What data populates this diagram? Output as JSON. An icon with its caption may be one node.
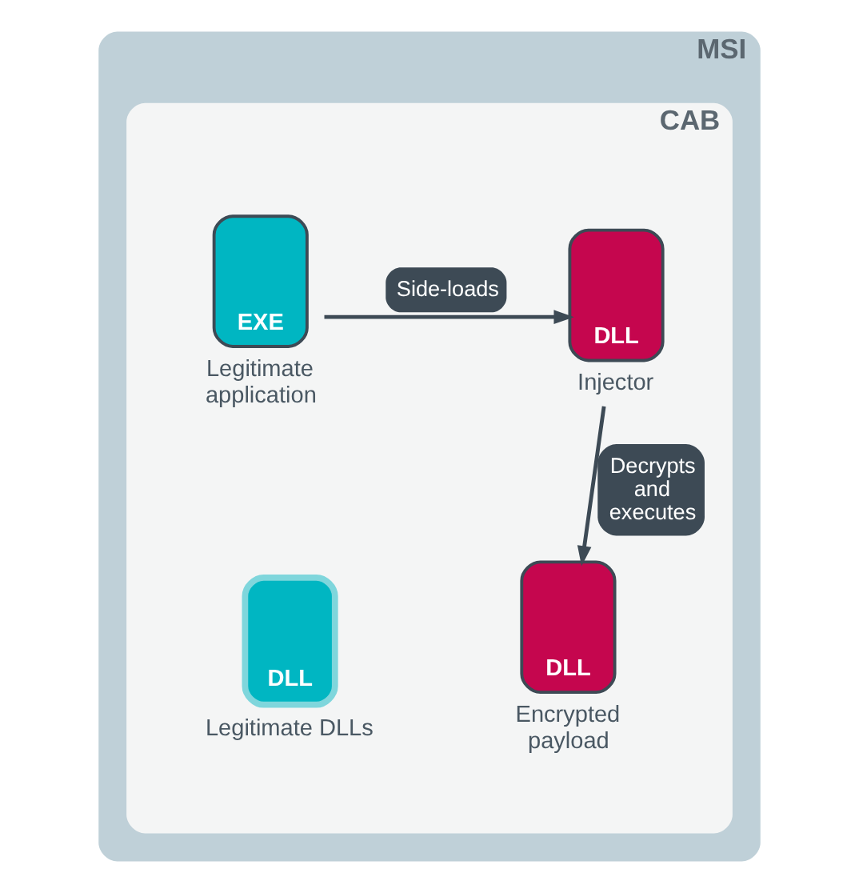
{
  "diagram": {
    "nodes": [
      {
        "text": [
          "MSI"
        ]
      },
      {
        "text": [
          "CAB"
        ],
        "in": 0
      },
      {
        "text": [
          "EXE"
        ],
        "beside": [
          "Legitimate application"
        ],
        "in": 1
      },
      {
        "text": [
          "DLL"
        ],
        "beside": [
          "Injector"
        ],
        "in": 1
      },
      {
        "text": [
          "DLL"
        ],
        "beside": [
          "Legitimate DLLs"
        ],
        "in": 1
      },
      {
        "text": [
          "DLL"
        ],
        "beside": [
          "Encrypted payload"
        ],
        "in": 1
      }
    ],
    "edges": [
      {
        "from": 2,
        "to": 3,
        "arrow": "to",
        "label": "Side-loads"
      },
      {
        "from": 3,
        "to": 5,
        "arrow": "to",
        "label": "Decrypts and executes"
      }
    ]
  }
}
